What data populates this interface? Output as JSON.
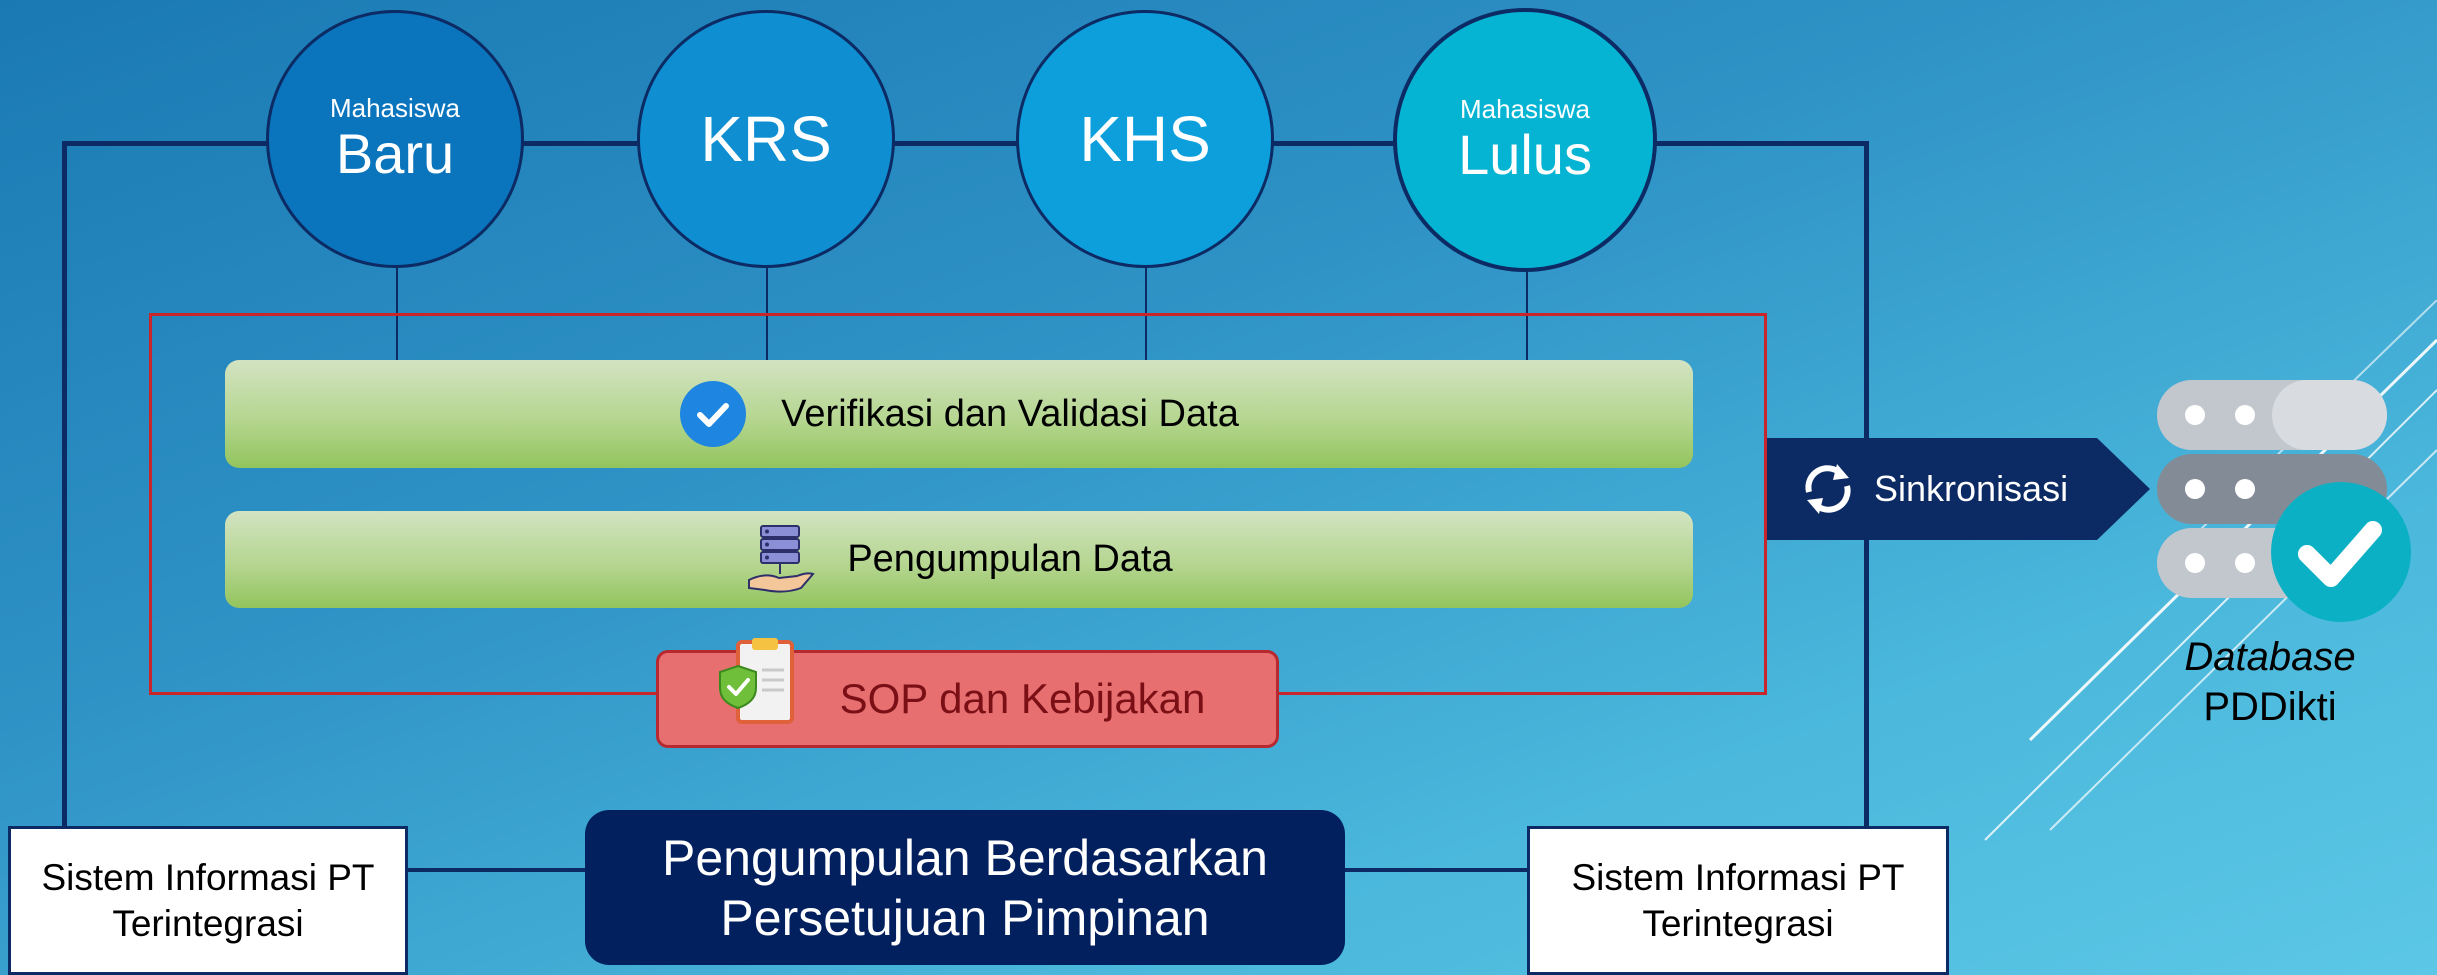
{
  "stages": [
    {
      "small": "Mahasiswa",
      "big": "Baru"
    },
    {
      "small": "",
      "big": "KRS"
    },
    {
      "small": "",
      "big": "KHS"
    },
    {
      "small": "Mahasiswa",
      "big": "Lulus"
    }
  ],
  "bars": {
    "verifikasi": "Verifikasi dan Validasi Data",
    "pengumpulan": "Pengumpulan Data"
  },
  "sop": "SOP dan Kebijakan",
  "sinkronisasi": "Sinkronisasi",
  "database": {
    "line1": "Database",
    "line2": "PDDikti"
  },
  "sistem": {
    "line1": "Sistem Informasi PT",
    "line2": "Terintegrasi"
  },
  "persetujuan": {
    "line1": "Pengumpulan Berdasarkan",
    "line2": "Persetujuan Pimpinan"
  },
  "colors": {
    "navy": "#0c2a63",
    "red_border": "#c9262b",
    "sop_fill": "#e76f70",
    "bar_green": "#b5d690"
  }
}
